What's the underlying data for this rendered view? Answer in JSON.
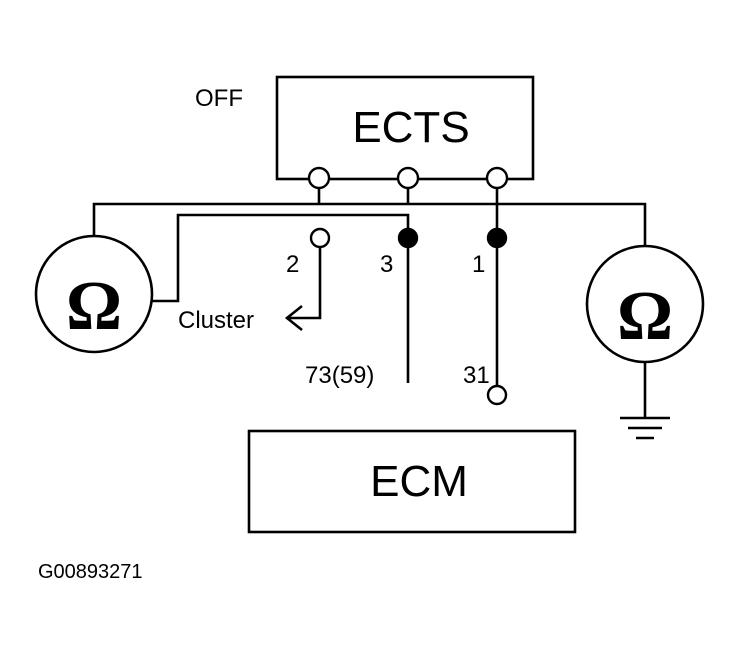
{
  "diagram": {
    "state_label": "OFF",
    "ects_label": "ECTS",
    "ecm_label": "ECM",
    "ohm_symbol": "Ω",
    "pins": {
      "pin2": "2",
      "pin3": "3",
      "pin1": "1",
      "ecm_pin_73": "73(59)",
      "ecm_pin_31": "31"
    },
    "cluster_label": "Cluster",
    "figure_code": "G00893271",
    "icons": [
      "ohmmeter-icon",
      "ground-icon",
      "connector-arrow-icon"
    ]
  }
}
